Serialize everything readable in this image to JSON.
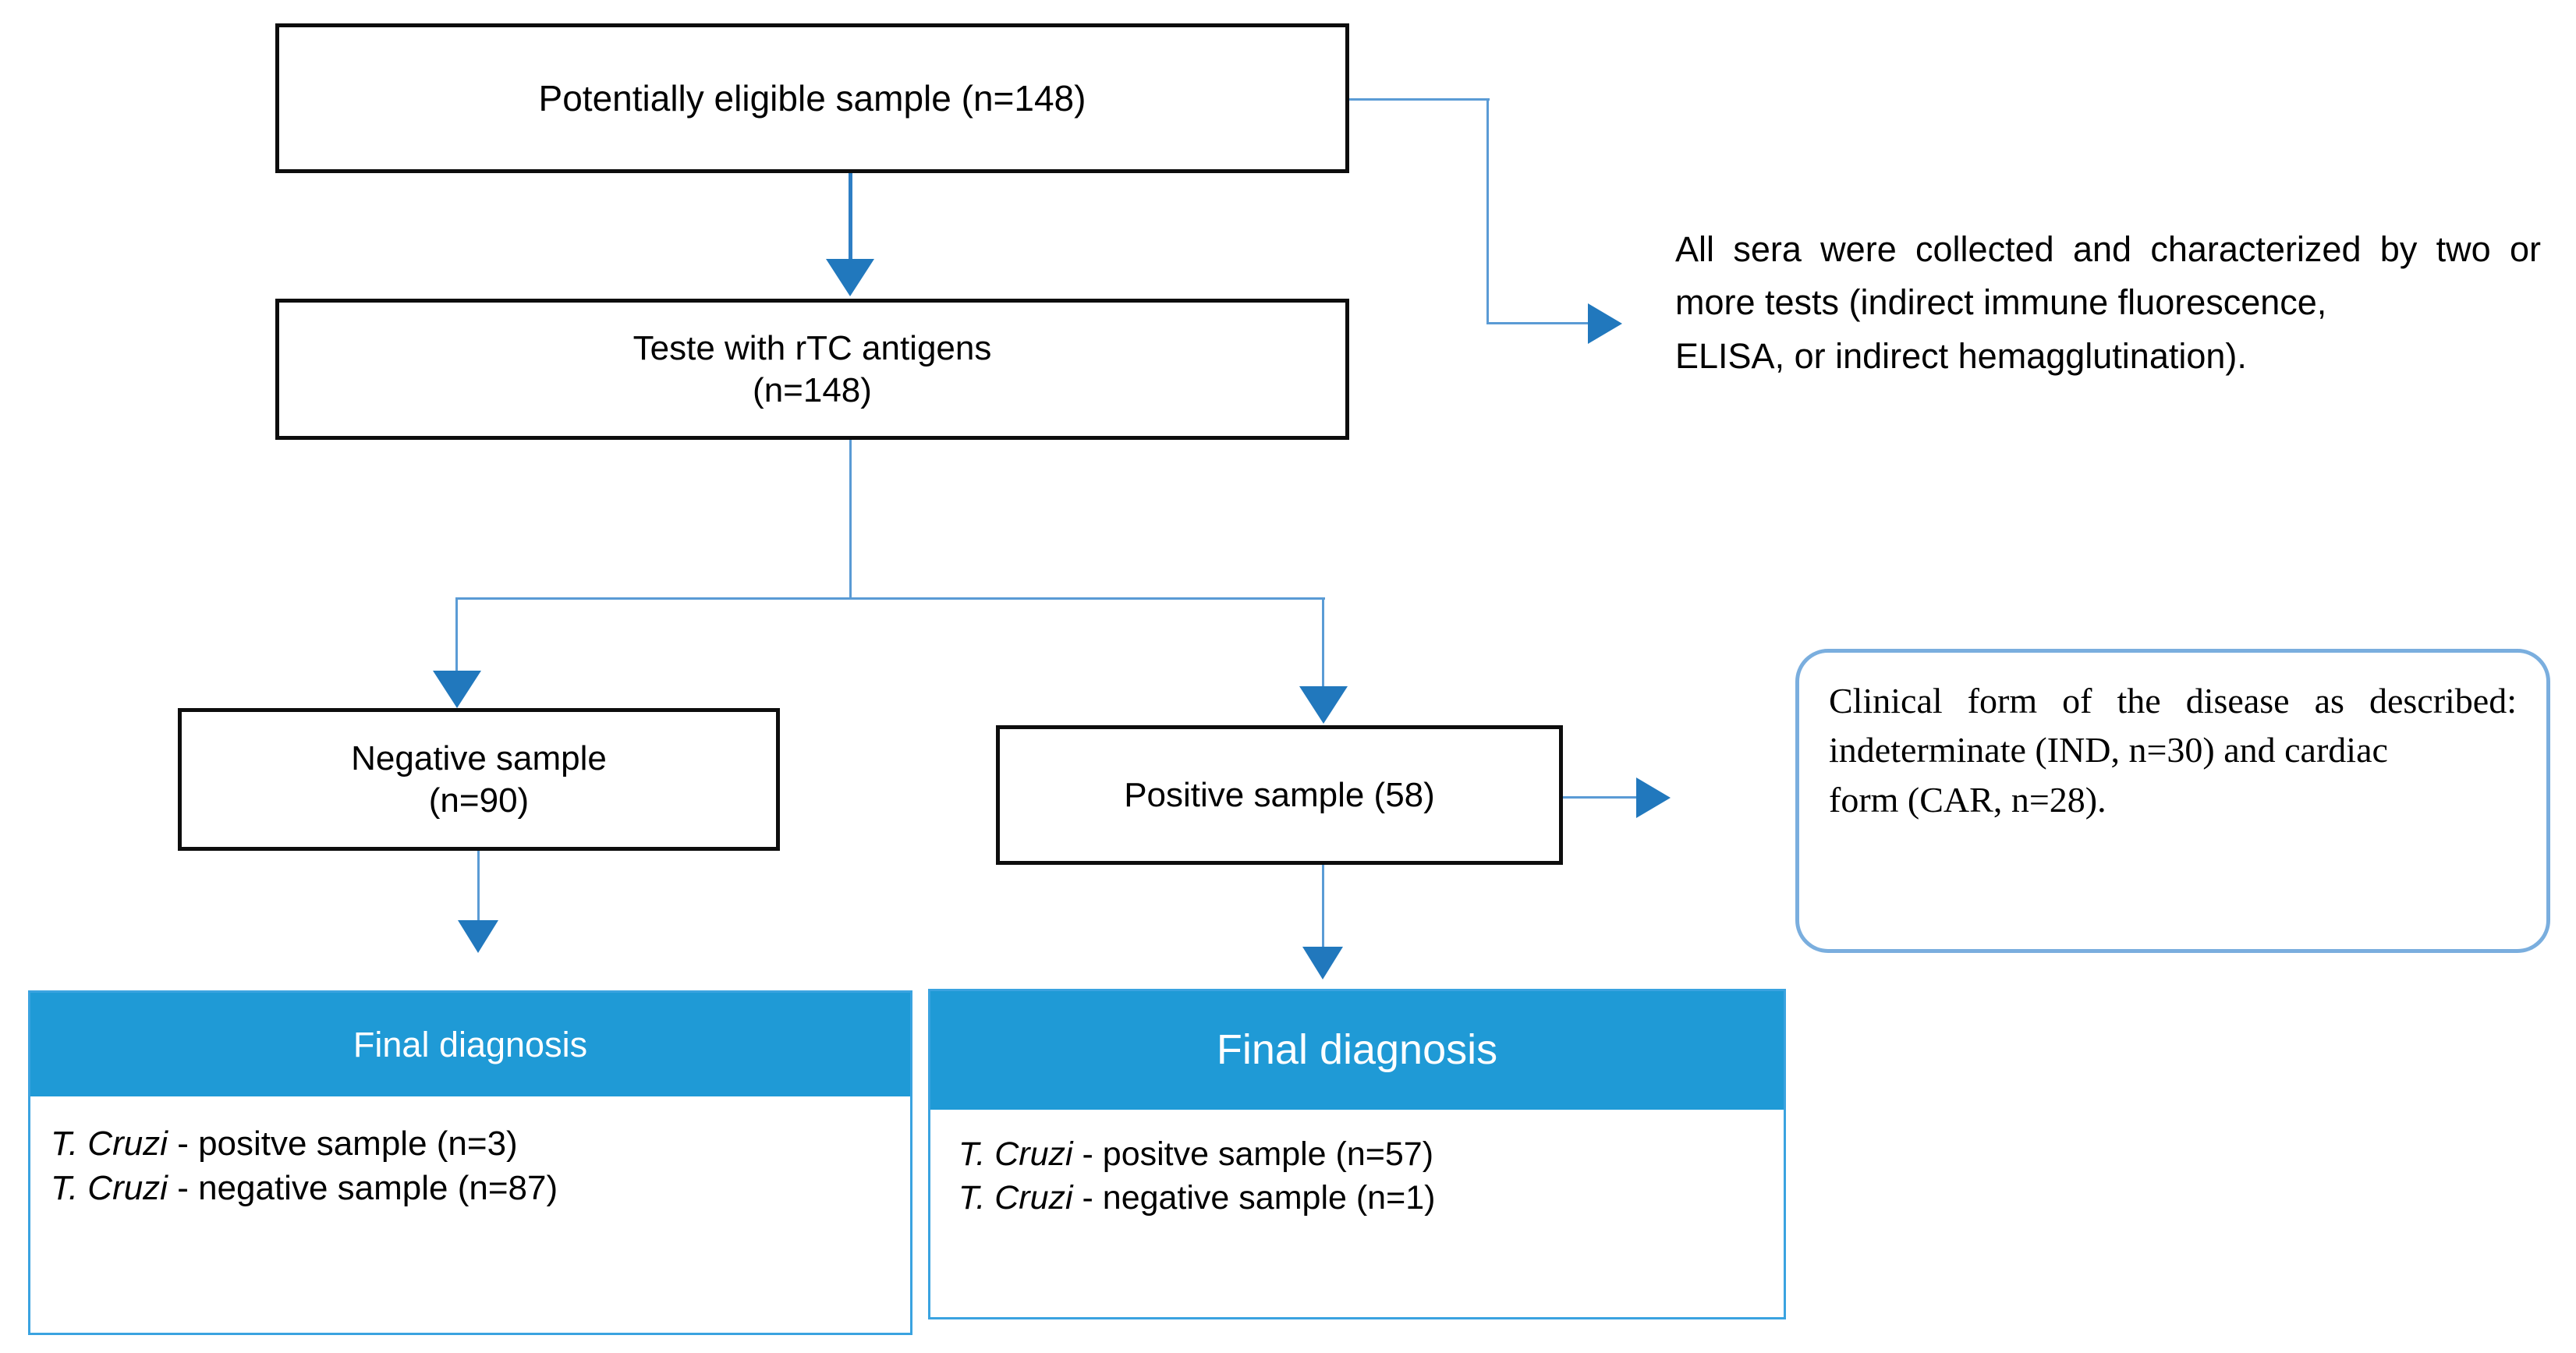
{
  "diagram": {
    "type": "flowchart",
    "title": "Study sample flow diagram",
    "colors": {
      "header_blue": "#1f9ad6",
      "card_border_blue": "#3aa3e0",
      "connector_blue": "#2e7ec4",
      "arrow_blue": "#2178bd",
      "callout_border_blue": "#7aaede",
      "box_border_black": "#0d0d0d"
    }
  },
  "nodes": {
    "eligible": {
      "name": "potentially-eligible-sample",
      "lines": [
        "Potentially eligible sample (n=148)"
      ]
    },
    "tested": {
      "name": "tested-with-rtc-antigens",
      "lines": [
        "Teste with rTC antigens",
        "(n=148)"
      ]
    },
    "negative": {
      "name": "negative-sample",
      "lines": [
        "Negative sample",
        "(n=90)"
      ]
    },
    "positive": {
      "name": "positive-sample",
      "lines": [
        "Positive sample (58)"
      ]
    }
  },
  "cards": {
    "left": {
      "header": "Final diagnosis",
      "rows": [
        {
          "species": "T. Cruzi",
          "rest": " - positve sample (n=3)"
        },
        {
          "species": "T. Cruzi",
          "rest": " - negative sample (n=87)"
        }
      ]
    },
    "right": {
      "header": "Final diagnosis",
      "rows": [
        {
          "species": "T. Cruzi",
          "rest": " - positve sample (n=57)"
        },
        {
          "species": "T. Cruzi",
          "rest": " - negative sample (n=1)"
        }
      ]
    }
  },
  "annotations": {
    "sera_note": {
      "body": "All sera were collected and characterized by two or more tests (indirect immune fluorescence,",
      "last_line": "ELISA, or indirect hemagglutination)."
    },
    "clinical_callout": {
      "body": "Clinical form of the disease as described: indeterminate (IND, n=30) and cardiac",
      "last_line": "form (CAR, n=28)."
    }
  }
}
